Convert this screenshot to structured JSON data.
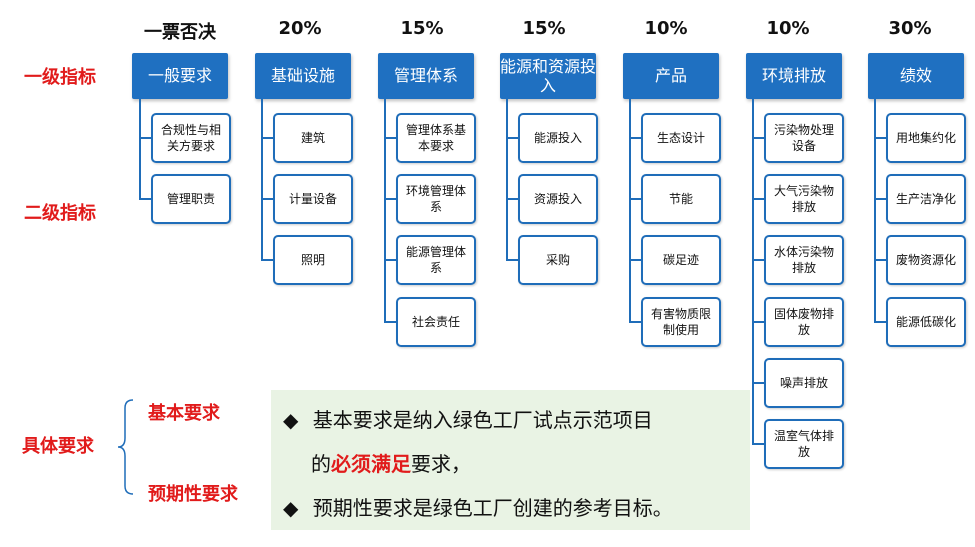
{
  "weights": [
    "一票否决",
    "20%",
    "15%",
    "15%",
    "10%",
    "10%",
    "30%"
  ],
  "level_labels": {
    "level1": "一级指标",
    "level2": "二级指标"
  },
  "columns": [
    {
      "title": "一般要求",
      "items": [
        "合规性与相关方要求",
        "管理职责"
      ]
    },
    {
      "title": "基础设施",
      "items": [
        "建筑",
        "计量设备",
        "照明"
      ]
    },
    {
      "title": "管理体系",
      "items": [
        "管理体系基本要求",
        "环境管理体系",
        "能源管理体系",
        "社会责任"
      ]
    },
    {
      "title": "能源和资源投入",
      "items": [
        "能源投入",
        "资源投入",
        "采购"
      ]
    },
    {
      "title": "产品",
      "items": [
        "生态设计",
        "节能",
        "碳足迹",
        "有害物质限制使用"
      ]
    },
    {
      "title": "环境排放",
      "items": [
        "污染物处理设备",
        "大气污染物排放",
        "水体污染物排放",
        "固体废物排放",
        "噪声排放",
        "温室气体排放"
      ]
    },
    {
      "title": "绩效",
      "items": [
        "用地集约化",
        "生产洁净化",
        "废物资源化",
        "能源低碳化"
      ]
    }
  ],
  "requirements": {
    "label": "具体要求",
    "basic": "基本要求",
    "expected": "预期性要求"
  },
  "note": {
    "bullet": "◆",
    "line1": "基本要求是纳入绿色工厂试点示范项目",
    "line2_pre": "的",
    "line2_emph": "必须满足",
    "line2_post": "要求，",
    "line3": "预期性要求是绿色工厂创建的参考目标。"
  },
  "colors": {
    "primary_box": "#1f70c1",
    "accent_red": "#e11b1b",
    "note_bg": "#e9f3e4"
  }
}
